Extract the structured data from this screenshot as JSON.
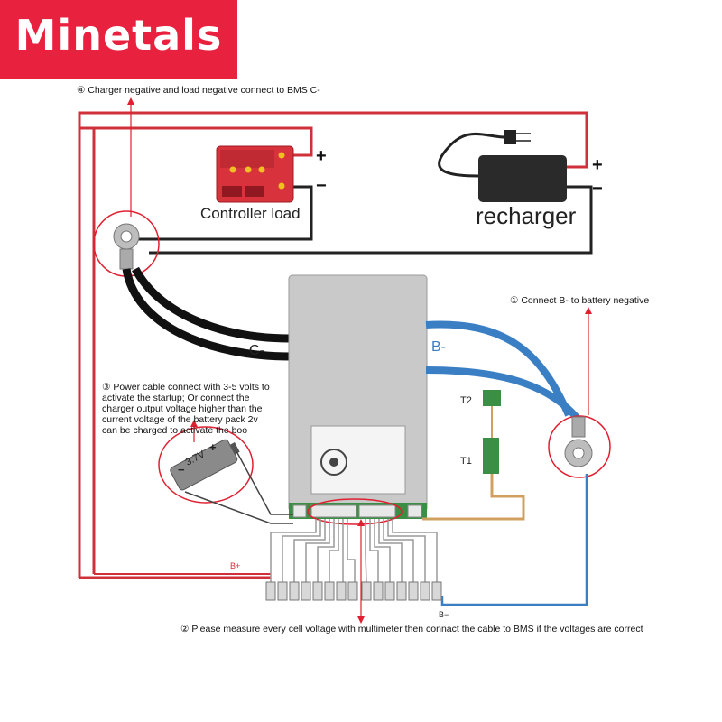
{
  "brand": {
    "name": "Minetals"
  },
  "annotations": {
    "step4": "④ Charger negative and load negative connect to BMS C-",
    "step1": "① Connect B- to battery negative",
    "step3": "③ Power cable connect with 3-5 volts to activate the startup; Or connect the charger output voltage higher than the current voltage of the battery pack 2v can be charged to activate the boo",
    "step2": "② Please measure every cell voltage with multimeter then connact the cable to BMS if the voltages are correct"
  },
  "components": {
    "controller_load": "Controller load",
    "recharger": "recharger",
    "battery_label": "3.7V",
    "battery_plus": "+",
    "battery_minus": "−",
    "t1": "T1",
    "t2": "T2"
  },
  "terminals": {
    "load_plus": "+",
    "load_minus": "−",
    "charger_plus": "+",
    "charger_minus": "−"
  },
  "wire_labels": {
    "c_minus": "C-",
    "b_minus_blue": "B-",
    "b_plus": "B+",
    "b_minus_bottom": "B−"
  },
  "colors": {
    "logo_bg": "#e8213f",
    "positive_wire": "#d0303a",
    "blue_wire": "#3a7fc4",
    "highlight": "#e02030",
    "bms_body": "#c9c9c9"
  }
}
